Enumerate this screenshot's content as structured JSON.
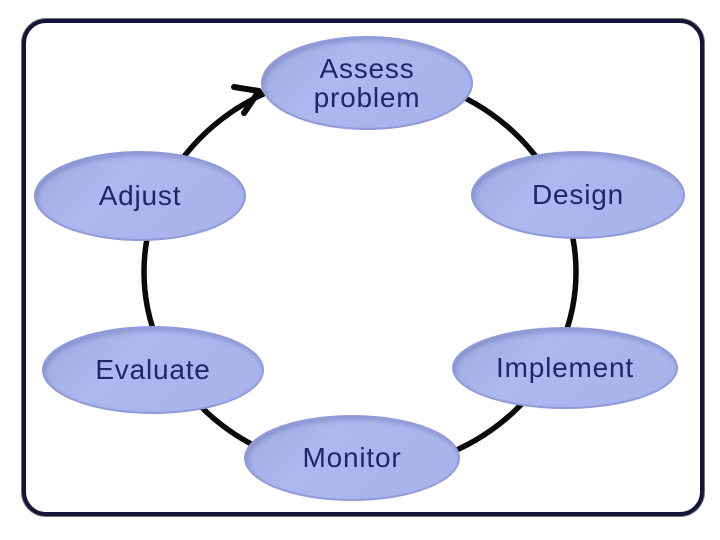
{
  "diagram": {
    "type": "cycle",
    "flow_direction": "clockwise",
    "nodes": [
      {
        "id": "assess",
        "label": "Assess problem"
      },
      {
        "id": "design",
        "label": "Design"
      },
      {
        "id": "implement",
        "label": "Implement"
      },
      {
        "id": "monitor",
        "label": "Monitor"
      },
      {
        "id": "evaluate",
        "label": "Evaluate"
      },
      {
        "id": "adjust",
        "label": "Adjust"
      }
    ],
    "colors": {
      "background": "#ffffff",
      "frame_border": "#15153a",
      "node_fill": "#aab3ea",
      "node_border": "#8f9ad8",
      "node_text": "#1f2768",
      "arrow": "#0a0a0a"
    }
  }
}
